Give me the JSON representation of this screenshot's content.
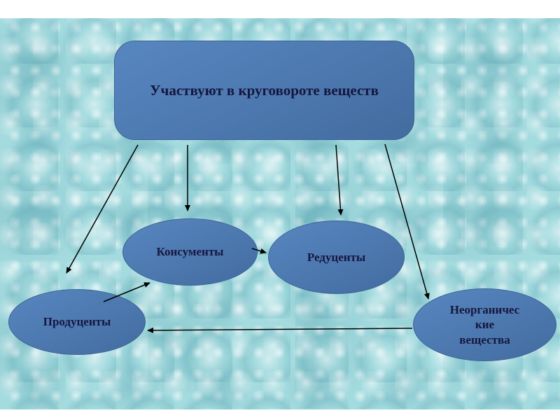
{
  "slide": {
    "title": "Участвуют в круговороте веществ",
    "nodes": {
      "consumers": "Консументы",
      "reducers": "Редуценты",
      "producers": "Продуценты",
      "inorganic": "Неорганичес\nкие\nвещества"
    },
    "edges": [
      {
        "from": "title",
        "to": "producers"
      },
      {
        "from": "title",
        "to": "consumers"
      },
      {
        "from": "title",
        "to": "reducers"
      },
      {
        "from": "title",
        "to": "inorganic"
      },
      {
        "from": "consumers",
        "to": "reducers"
      },
      {
        "from": "producers",
        "to": "consumers"
      },
      {
        "from": "inorganic",
        "to": "producers"
      }
    ],
    "colors": {
      "node_fill": "#4c78af",
      "node_border": "#3d6394",
      "text": "#16163e",
      "background": "#a4dbdf",
      "arrow": "#000000"
    }
  }
}
